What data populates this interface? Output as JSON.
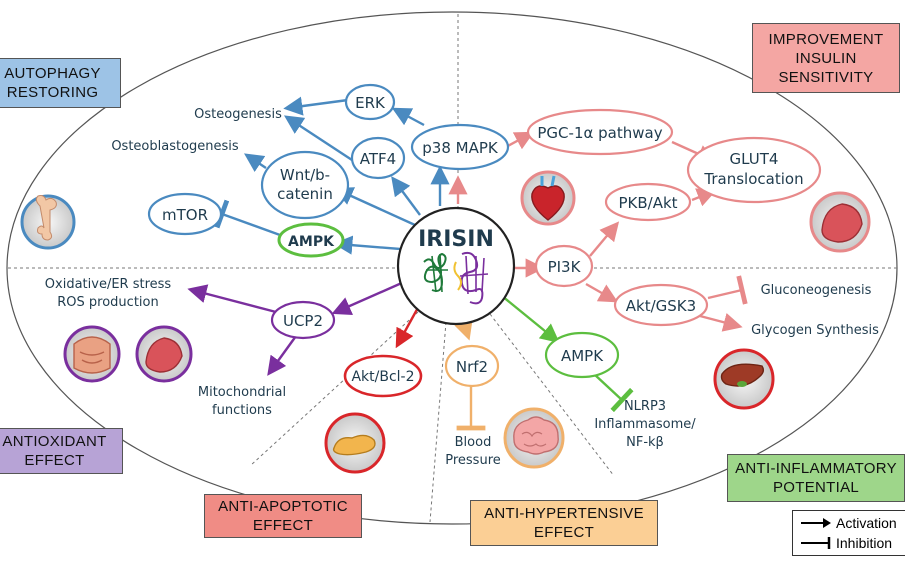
{
  "center": {
    "label": "IRISIN"
  },
  "effects": {
    "autophagy": "AUTOPHAGY RESTORING",
    "insulin": "IMPROVEMENT INSULIN SENSITIVITY",
    "antioxidant": "ANTIOXIDANT EFFECT",
    "antiapoptotic": "ANTI-APOPTOTIC EFFECT",
    "antihypertensive": "ANTI-HYPERTENSIVE EFFECT",
    "antiinflammatory": "ANTI-INFLAMMATORY POTENTIAL"
  },
  "nodes": {
    "erk": "ERK",
    "p38": "p38 MAPK",
    "atf4": "ATF4",
    "wnt_1": "Wnt/b-",
    "wnt_2": "catenin",
    "mtor": "mTOR",
    "ampk_top": "AMPK",
    "pgc": "PGC-1α pathway",
    "glut4_1": "GLUT4",
    "glut4_2": "Translocation",
    "pkb": "PKB/Akt",
    "pi3k": "PI3K",
    "aktgsk": "Akt/GSK3",
    "ucp2": "UCP2",
    "aktbcl": "Akt/Bcl-2",
    "nrf2": "Nrf2",
    "ampk_bottom": "AMPK"
  },
  "labels": {
    "osteogenesis": "Osteogenesis",
    "osteoblastogenesis": "Osteoblastogenesis",
    "oxidative_1": "Oxidative/ER stress",
    "oxidative_2": "ROS production",
    "mito_1": "Mitochondrial",
    "mito_2": "functions",
    "gluconeo": "Gluconeogenesis",
    "glycogen": "Glycogen Synthesis",
    "blood_1": "Blood",
    "blood_2": "Pressure",
    "nlrp3_1": "NLRP3",
    "nlrp3_2": "Inflammasome/",
    "nlrp3_3": "NF-kβ"
  },
  "legend": {
    "activation": "Activation",
    "inhibition": "Inhibition"
  },
  "colors": {
    "blue": "#4a8ac0",
    "red": "#e7898a",
    "purple": "#7a2f9e",
    "darkred": "#d9262a",
    "orange": "#f0b06a",
    "green": "#5cbe3f",
    "autophagy_bg": "#9dc3e6",
    "insulin_bg": "#f4a6a3",
    "antioxidant_bg": "#b7a3d6",
    "antiapoptotic_bg": "#f08c85",
    "antihypertensive_bg": "#fbcf95",
    "antiinflammatory_bg": "#9ed68a"
  }
}
